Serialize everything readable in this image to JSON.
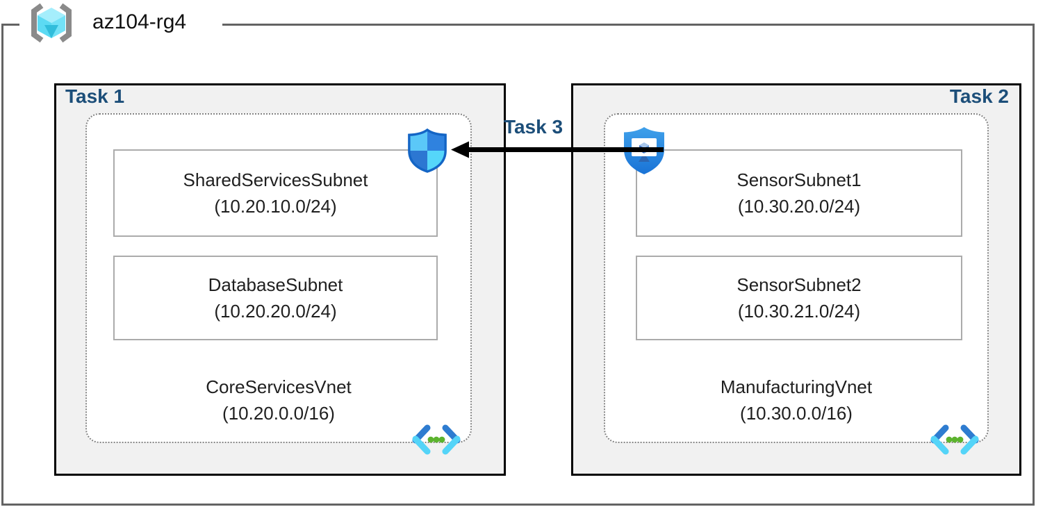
{
  "diagram": {
    "resource_group": {
      "name": "az104-rg4",
      "icon": "resource-group-icon"
    },
    "connection": {
      "label": "Task 3",
      "from_vnet": "ManufacturingVnet",
      "to_vnet": "CoreServicesVnet",
      "from_icon": "bastion-shield-icon",
      "to_icon": "defender-shield-icon",
      "direction": "right-to-left"
    },
    "vnets": [
      {
        "task_label": "Task 1",
        "name": "CoreServicesVnet",
        "cidr": "(10.20.0.0/16)",
        "icon": "virtual-network-icon",
        "subnets": [
          {
            "name": "SharedServicesSubnet",
            "cidr": "(10.20.10.0/24)"
          },
          {
            "name": "DatabaseSubnet",
            "cidr": "(10.20.20.0/24)"
          }
        ]
      },
      {
        "task_label": "Task 2",
        "name": "ManufacturingVnet",
        "cidr": "(10.30.0.0/16)",
        "icon": "virtual-network-icon",
        "subnets": [
          {
            "name": "SensorSubnet1",
            "cidr": "(10.30.20.0/24)"
          },
          {
            "name": "SensorSubnet2",
            "cidr": "(10.30.21.0/24)"
          }
        ]
      }
    ]
  },
  "colors": {
    "task_label_blue": "#1c4e79",
    "arrow_black": "#000000",
    "task_box_fill": "#f1f1f1",
    "task_box_border": "#000000",
    "outer_frame_border": "#636363",
    "dotted_boundary": "#838383",
    "subnet_box_border": "#ababab",
    "vnet_chevron_dark": "#2e7cd0",
    "vnet_chevron_light": "#54d4f8",
    "vnet_dot_green": "#5cb32e",
    "defender_light_blue": "#57c7f8",
    "defender_dark_blue": "#2e7fd7",
    "bastion_shield_blue": "#2487df",
    "rg_cube_cyan": "#50e6ff"
  }
}
